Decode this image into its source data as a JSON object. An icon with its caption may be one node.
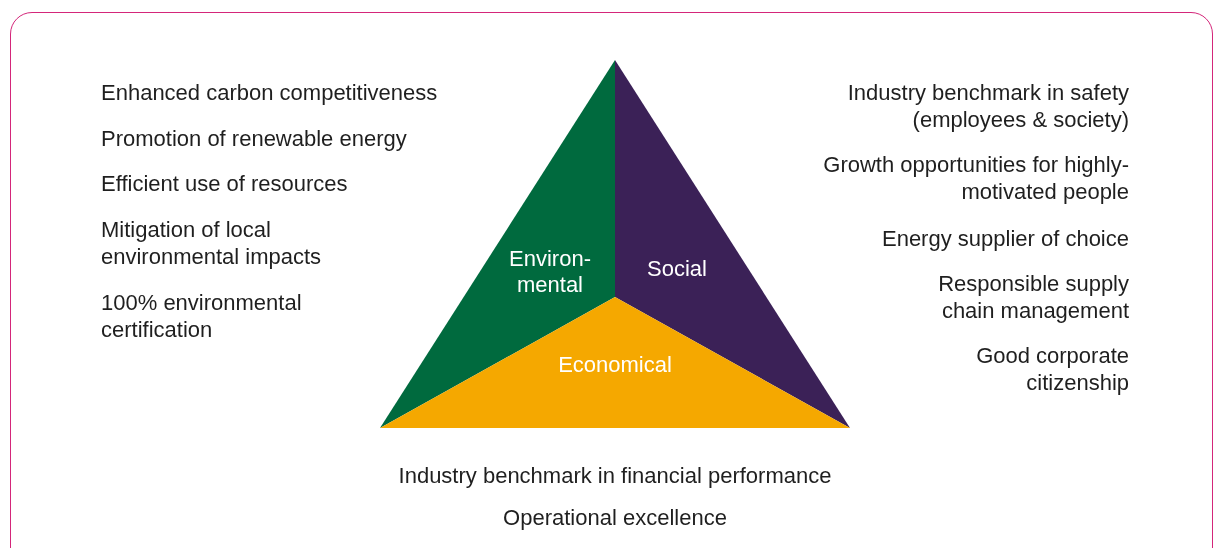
{
  "diagram": {
    "nodes": [
      {
        "text": [
          "Environ- mental"
        ]
      },
      {
        "text": [
          "Social"
        ]
      },
      {
        "text": [
          "Economical"
        ]
      }
    ],
    "labels": [
      "Enhanced carbon competitiveness",
      "Promotion of renewable energy",
      "Efficient use of resources",
      "Mitigation of local environmental impacts",
      "100% environmental certification",
      "Industry benchmark in safety (employees & society)",
      "Growth opportunities for highly-motivated people",
      "Energy supplier of choice",
      "Responsible supply chain management",
      "Good corporate citizenship",
      "Industry benchmark in financial performance",
      "Operational excellence"
    ]
  }
}
